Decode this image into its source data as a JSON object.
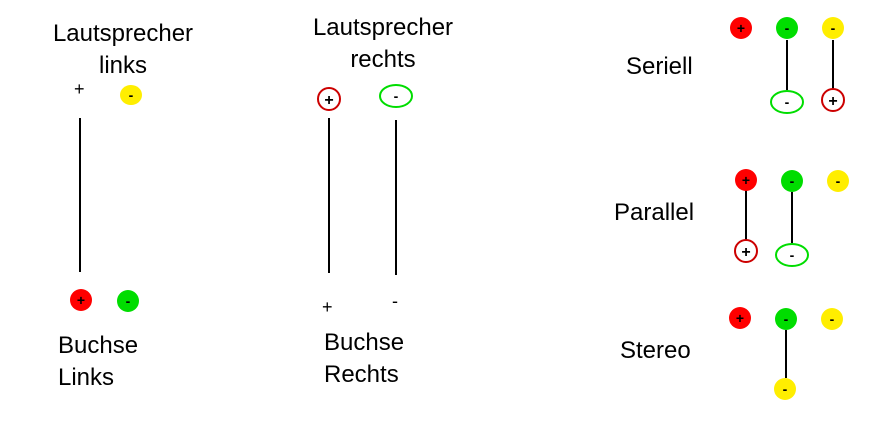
{
  "colors": {
    "red": "#ff0000",
    "green": "#00dd00",
    "yellow": "#ffee00",
    "line": "#000000",
    "outline_red": "#cc0000",
    "outline_green": "#00dd00"
  },
  "speaker_left": {
    "line1": "Lautsprecher",
    "line2": "links",
    "plus": "+",
    "minus": "-"
  },
  "speaker_right": {
    "line1": "Lautsprecher",
    "line2": "rechts",
    "plus": "+",
    "minus": "-"
  },
  "socket_left": {
    "line1": "Buchse",
    "line2": "Links",
    "plus": "+",
    "minus": "-"
  },
  "socket_right": {
    "line1": "Buchse",
    "line2": "Rechts",
    "plus": "+",
    "minus": "-"
  },
  "modes": {
    "seriell": "Seriell",
    "parallel": "Parallel",
    "stereo": "Stereo"
  }
}
